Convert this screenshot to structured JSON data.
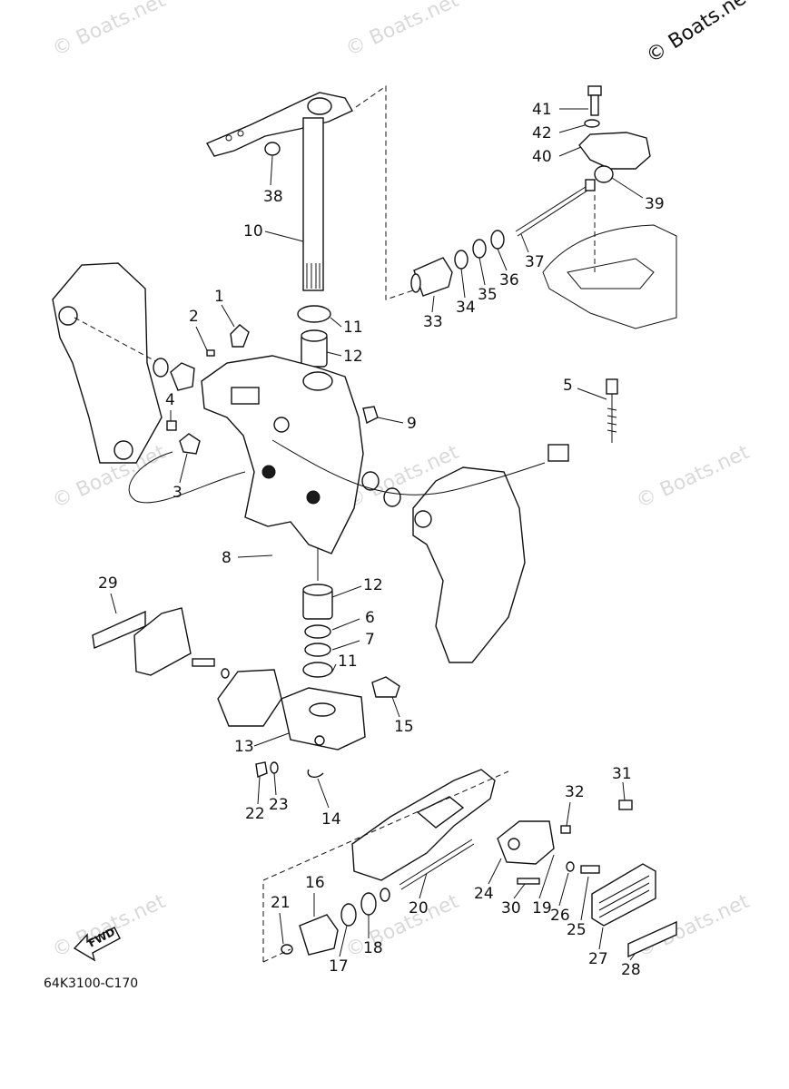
{
  "copyright": "© Boats.net",
  "watermark": "© Boats.net",
  "diagram_code": "64K3100-C170",
  "fwd_label": "FWD",
  "callouts": [
    "1",
    "2",
    "3",
    "4",
    "5",
    "6",
    "7",
    "8",
    "9",
    "10",
    "11",
    "12",
    "13",
    "14",
    "15",
    "16",
    "17",
    "18",
    "19",
    "20",
    "21",
    "22",
    "23",
    "24",
    "25",
    "26",
    "27",
    "28",
    "29",
    "30",
    "31",
    "32",
    "33",
    "34",
    "35",
    "36",
    "37",
    "38",
    "39",
    "40",
    "41",
    "42"
  ],
  "callout_11": "11",
  "callout_12": "12"
}
